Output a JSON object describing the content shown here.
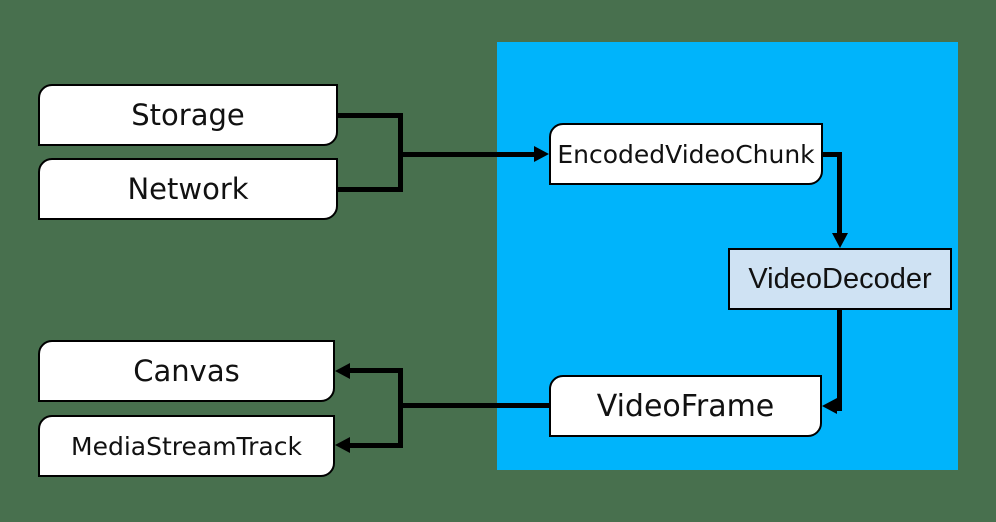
{
  "diagram": {
    "colors": {
      "background": "#48704e",
      "webcodecs_region": "#00b4fb",
      "node_fill": "#ffffff",
      "video_decoder_fill": "#cfe2f3",
      "node_border": "#000000",
      "connector": "#000000",
      "text": "#111111"
    },
    "nodes": {
      "storage": {
        "label": "Storage"
      },
      "network": {
        "label": "Network"
      },
      "encoded_video_chunk": {
        "label": "EncodedVideoChunk"
      },
      "video_decoder": {
        "label": "VideoDecoder"
      },
      "video_frame": {
        "label": "VideoFrame"
      },
      "canvas": {
        "label": "Canvas"
      },
      "media_stream_track": {
        "label": "MediaStreamTrack"
      }
    },
    "edges": [
      {
        "from": "Storage",
        "to": "EncodedVideoChunk"
      },
      {
        "from": "Network",
        "to": "EncodedVideoChunk"
      },
      {
        "from": "EncodedVideoChunk",
        "to": "VideoDecoder"
      },
      {
        "from": "VideoDecoder",
        "to": "VideoFrame"
      },
      {
        "from": "VideoFrame",
        "to": "Canvas"
      },
      {
        "from": "VideoFrame",
        "to": "MediaStreamTrack"
      }
    ]
  }
}
